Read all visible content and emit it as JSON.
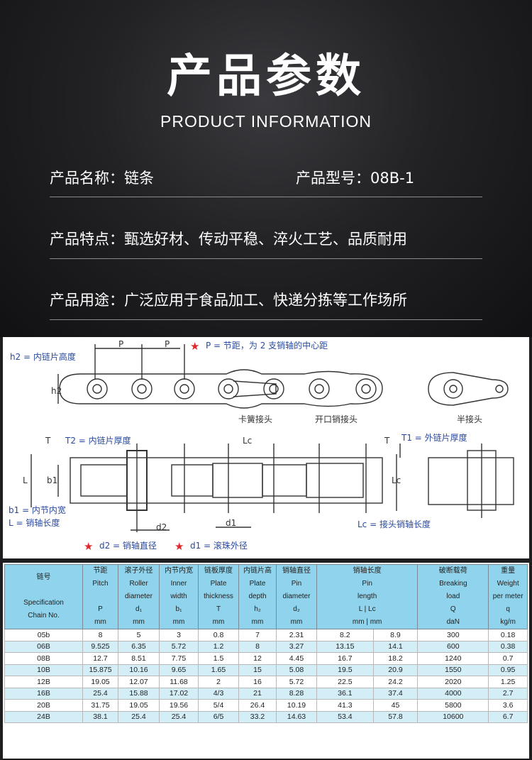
{
  "header": {
    "title": "产品参数",
    "subtitle": "PRODUCT INFORMATION"
  },
  "info": {
    "name_label": "产品名称：链条",
    "model_label": "产品型号：08B-1",
    "features": "产品特点：甄选好材、传动平稳、淬火工艺、品质耐用",
    "usage": "产品用途：广泛应用于食品加工、快递分拣等工作场所"
  },
  "diagram": {
    "labels": {
      "p1": "P",
      "p2": "P",
      "p_desc": "P = 节距，为 2 支销轴的中心距",
      "h2_desc": "h2 = 内链片高度",
      "h2": "h2",
      "spring": "卡簧接头",
      "cotter": "开口销接头",
      "half": "半接头",
      "T2_desc": "T2 = 内链片厚度",
      "T": "T",
      "Lc_top": "Lc",
      "T1_desc": "T1 = 外链片厚度",
      "T_right": "T",
      "L": "L",
      "b1": "b1",
      "Lc_right": "Lc",
      "d2": "d2",
      "d1": "d1",
      "b1_desc": "b1 = 内节内宽",
      "L_desc": "L = 销轴长度",
      "Lc_desc": "Lc = 接头销轴长度",
      "d2_desc": "d2 = 销轴直径",
      "d1_desc": "d1 = 滚珠外径"
    },
    "colors": {
      "blue_text": "#2a4aa0",
      "star": "#e0282b",
      "line": "#333333"
    }
  },
  "table": {
    "headers": [
      {
        "cn": "链号",
        "en": [
          "",
          "",
          "Specification",
          "Chain No."
        ]
      },
      {
        "cn": "节距",
        "en": [
          "Pitch",
          "",
          "P",
          "mm"
        ]
      },
      {
        "cn": "滚子外径",
        "en": [
          "Roller",
          "diameter",
          "d₁",
          "mm"
        ]
      },
      {
        "cn": "内节内宽",
        "en": [
          "Inner",
          "width",
          "b₁",
          "mm"
        ]
      },
      {
        "cn": "链板厚度",
        "en": [
          "Plate",
          "thickness",
          "T",
          "mm"
        ]
      },
      {
        "cn": "内链片高",
        "en": [
          "Plate",
          "depth",
          "h₂",
          "mm"
        ]
      },
      {
        "cn": "销轴直径",
        "en": [
          "Pin",
          "diameter",
          "d₂",
          "mm"
        ]
      },
      {
        "cn": "销轴长度",
        "en": [
          "Pin",
          "length",
          "L | Lc",
          "mm | mm"
        ]
      },
      {
        "cn": "破断载荷",
        "en": [
          "Breaking",
          "load",
          "Q",
          "daN"
        ]
      },
      {
        "cn": "重量",
        "en": [
          "Weight",
          "per meter",
          "q",
          "kg/m"
        ]
      }
    ],
    "rows": [
      [
        "05b",
        "8",
        "5",
        "3",
        "0.8",
        "7",
        "2.31",
        "8.2",
        "8.9",
        "300",
        "0.18"
      ],
      [
        "06B",
        "9.525",
        "6.35",
        "5.72",
        "1.2",
        "8",
        "3.27",
        "13.15",
        "14.1",
        "600",
        "0.38"
      ],
      [
        "08B",
        "12.7",
        "8.51",
        "7.75",
        "1.5",
        "12",
        "4.45",
        "16.7",
        "18.2",
        "1240",
        "0.7"
      ],
      [
        "10B",
        "15.875",
        "10.16",
        "9.65",
        "1.65",
        "15",
        "5.08",
        "19.5",
        "20.9",
        "1550",
        "0.95"
      ],
      [
        "12B",
        "19.05",
        "12.07",
        "11.68",
        "2",
        "16",
        "5.72",
        "22.5",
        "24.2",
        "2020",
        "1.25"
      ],
      [
        "16B",
        "25.4",
        "15.88",
        "17.02",
        "4/3",
        "21",
        "8.28",
        "36.1",
        "37.4",
        "4000",
        "2.7"
      ],
      [
        "20B",
        "31.75",
        "19.05",
        "19.56",
        "5/4",
        "26.4",
        "10.19",
        "41.3",
        "45",
        "5800",
        "3.6"
      ],
      [
        "24B",
        "38.1",
        "25.4",
        "25.4",
        "6/5",
        "33.2",
        "14.63",
        "53.4",
        "57.8",
        "10600",
        "6.7"
      ]
    ]
  }
}
